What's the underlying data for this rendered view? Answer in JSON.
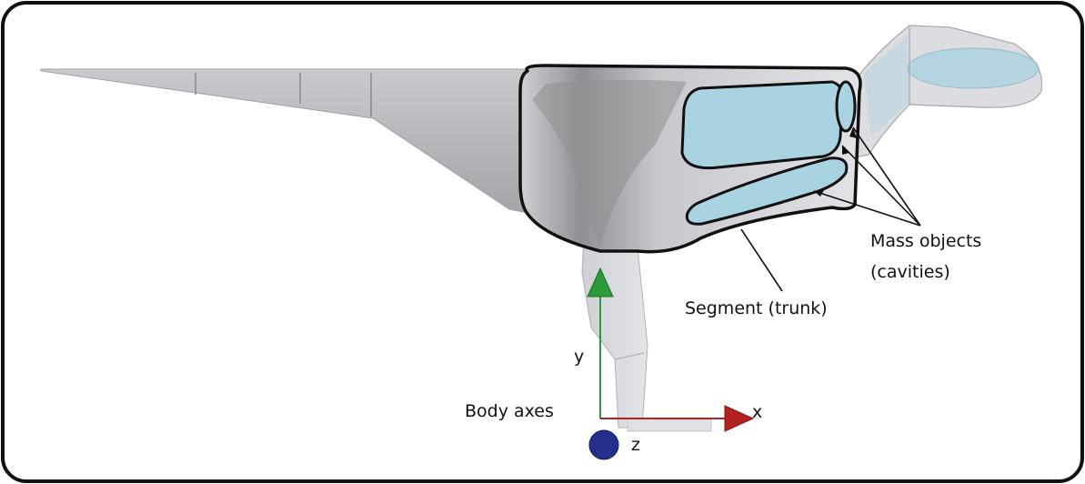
{
  "labels": {
    "mass_objects_line1": "Mass objects",
    "mass_objects_line2": "(cavities)",
    "segment": "Segment (trunk)",
    "body_axes": "Body axes",
    "axis_x": "x",
    "axis_y": "y",
    "axis_z": "z"
  },
  "colors": {
    "frame": "#111111",
    "body_light": "#d9dadd",
    "body_mid": "#b9babd",
    "body_dark": "#8e8f92",
    "cavity": "#a9d3e0",
    "axis_x": "#b22222",
    "axis_y": "#2a9a3a",
    "axis_z": "#232f8a"
  }
}
